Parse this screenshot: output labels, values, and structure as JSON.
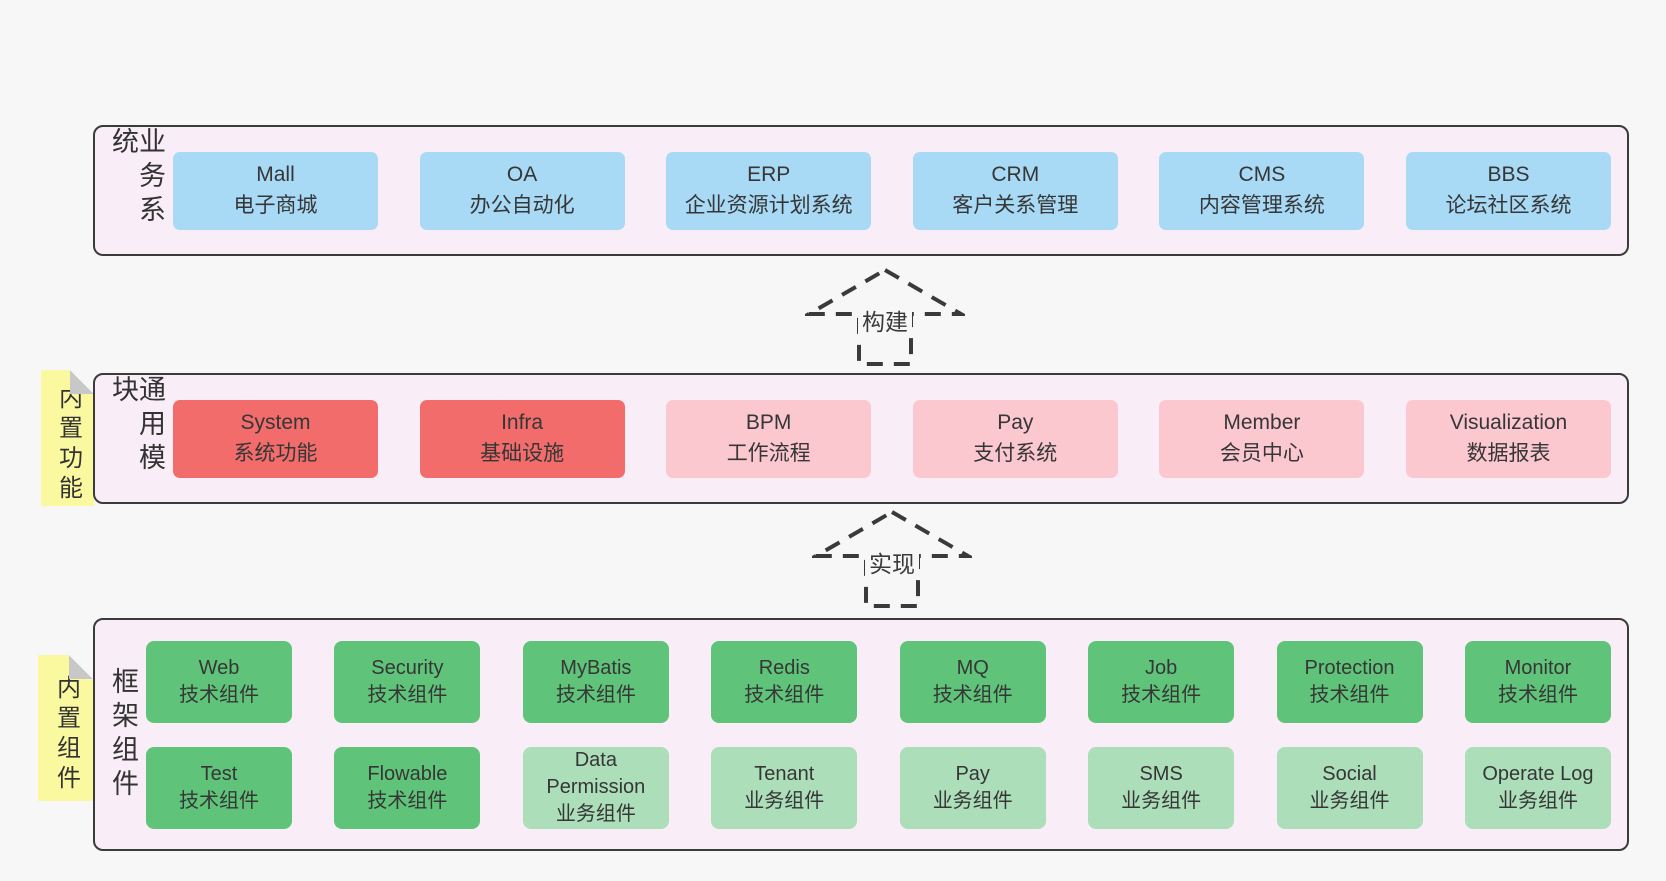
{
  "diagram": {
    "bands": [
      {
        "label": "业务系统",
        "boxes": [
          {
            "name": "Mall",
            "desc": "电子商城"
          },
          {
            "name": "OA",
            "desc": "办公自动化"
          },
          {
            "name": "ERP",
            "desc": "企业资源计划系统"
          },
          {
            "name": "CRM",
            "desc": "客户关系管理"
          },
          {
            "name": "CMS",
            "desc": "内容管理系统"
          },
          {
            "name": "BBS",
            "desc": "论坛社区系统"
          }
        ]
      },
      {
        "label": "通用模块",
        "sticky": "内置功能",
        "boxes": [
          {
            "name": "System",
            "desc": "系统功能"
          },
          {
            "name": "Infra",
            "desc": "基础设施"
          },
          {
            "name": "BPM",
            "desc": "工作流程"
          },
          {
            "name": "Pay",
            "desc": "支付系统"
          },
          {
            "name": "Member",
            "desc": "会员中心"
          },
          {
            "name": "Visualization",
            "desc": "数据报表"
          }
        ]
      },
      {
        "label": "框架组件",
        "sticky": "内置组件",
        "row1": [
          {
            "name": "Web",
            "desc": "技术组件"
          },
          {
            "name": "Security",
            "desc": "技术组件"
          },
          {
            "name": "MyBatis",
            "desc": "技术组件"
          },
          {
            "name": "Redis",
            "desc": "技术组件"
          },
          {
            "name": "MQ",
            "desc": "技术组件"
          },
          {
            "name": "Job",
            "desc": "技术组件"
          },
          {
            "name": "Protection",
            "desc": "技术组件"
          },
          {
            "name": "Monitor",
            "desc": "技术组件"
          }
        ],
        "row2": [
          {
            "name": "Test",
            "desc": "技术组件"
          },
          {
            "name": "Flowable",
            "desc": "技术组件"
          },
          {
            "name": "Data Permission",
            "desc": "业务组件"
          },
          {
            "name": "Tenant",
            "desc": "业务组件"
          },
          {
            "name": "Pay",
            "desc": "业务组件"
          },
          {
            "name": "SMS",
            "desc": "业务组件"
          },
          {
            "name": "Social",
            "desc": "业务组件"
          },
          {
            "name": "Operate Log",
            "desc": "业务组件"
          }
        ]
      }
    ],
    "arrows": [
      {
        "label": "构建"
      },
      {
        "label": "实现"
      }
    ],
    "colors": {
      "page_bg": "#f7f7f7",
      "band_bg": "#f9eef7",
      "band_border": "#3b3b3b",
      "blue_box": "#a8d9f5",
      "red_box": "#f26c6c",
      "pink_box": "#fbc8d0",
      "green_box": "#5fc47a",
      "light_green_box": "#addeba",
      "sticky_yellow": "#fbf9a0",
      "sticky_fold": "#c8c8c8",
      "text": "#363636"
    }
  }
}
